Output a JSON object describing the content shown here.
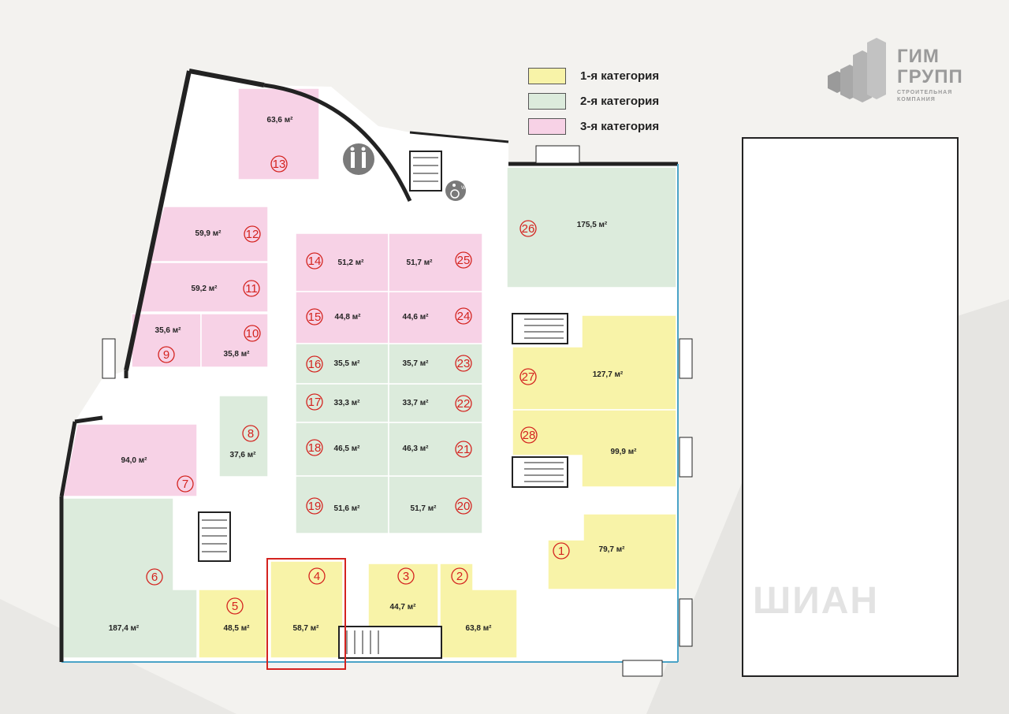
{
  "legend": [
    {
      "label": "1-я категория",
      "color": "#f8f3a8"
    },
    {
      "label": "2-я категория",
      "color": "#dcebdc"
    },
    {
      "label": "3-я категория",
      "color": "#f7d2e6"
    }
  ],
  "logo": {
    "line1": "ГИМ",
    "line2": "ГРУПП",
    "sub1": "СТРОИТЕЛЬНАЯ",
    "sub2": "КОМПАНИЯ"
  },
  "watermark": "ШИАН",
  "colors": {
    "cat1": "#f8f3a8",
    "cat2": "#dcebdc",
    "cat3": "#f7d2e6",
    "number": "#d4231f",
    "wall": "#222222",
    "highlight": "#d4231f"
  },
  "units": [
    {
      "num": "1",
      "area": "79,7 м²",
      "cat": 1
    },
    {
      "num": "2",
      "area": "63,8 м²",
      "cat": 1
    },
    {
      "num": "3",
      "area": "44,7 м²",
      "cat": 1
    },
    {
      "num": "4",
      "area": "58,7 м²",
      "cat": 1,
      "highlighted": true
    },
    {
      "num": "5",
      "area": "48,5 м²",
      "cat": 1
    },
    {
      "num": "6",
      "area": "187,4 м²",
      "cat": 2
    },
    {
      "num": "7",
      "area": "94,0 м²",
      "cat": 3
    },
    {
      "num": "8",
      "area": "37,6 м²",
      "cat": 2
    },
    {
      "num": "9",
      "area": "35,6 м²",
      "cat": 3
    },
    {
      "num": "10",
      "area": "35,8 м²",
      "cat": 3
    },
    {
      "num": "11",
      "area": "59,2 м²",
      "cat": 3
    },
    {
      "num": "12",
      "area": "59,9 м²",
      "cat": 3
    },
    {
      "num": "13",
      "area": "63,6 м²",
      "cat": 3
    },
    {
      "num": "14",
      "area": "51,2 м²",
      "cat": 3
    },
    {
      "num": "15",
      "area": "44,8 м²",
      "cat": 3
    },
    {
      "num": "16",
      "area": "35,5 м²",
      "cat": 2
    },
    {
      "num": "17",
      "area": "33,3 м²",
      "cat": 2
    },
    {
      "num": "18",
      "area": "46,5 м²",
      "cat": 2
    },
    {
      "num": "19",
      "area": "51,6 м²",
      "cat": 2
    },
    {
      "num": "20",
      "area": "51,7 м²",
      "cat": 2
    },
    {
      "num": "21",
      "area": "46,3 м²",
      "cat": 2
    },
    {
      "num": "22",
      "area": "33,7 м²",
      "cat": 2
    },
    {
      "num": "23",
      "area": "35,7 м²",
      "cat": 2
    },
    {
      "num": "24",
      "area": "44,6 м²",
      "cat": 3
    },
    {
      "num": "25",
      "area": "51,7 м²",
      "cat": 3
    },
    {
      "num": "26",
      "area": "175,5 м²",
      "cat": 2
    },
    {
      "num": "27",
      "area": "127,7 м²",
      "cat": 1
    },
    {
      "num": "28",
      "area": "99,9 м²",
      "cat": 1
    }
  ],
  "icons": [
    "restroom-icon",
    "wheelchair-icon",
    "stairs-icon"
  ],
  "wc_label": "WC"
}
